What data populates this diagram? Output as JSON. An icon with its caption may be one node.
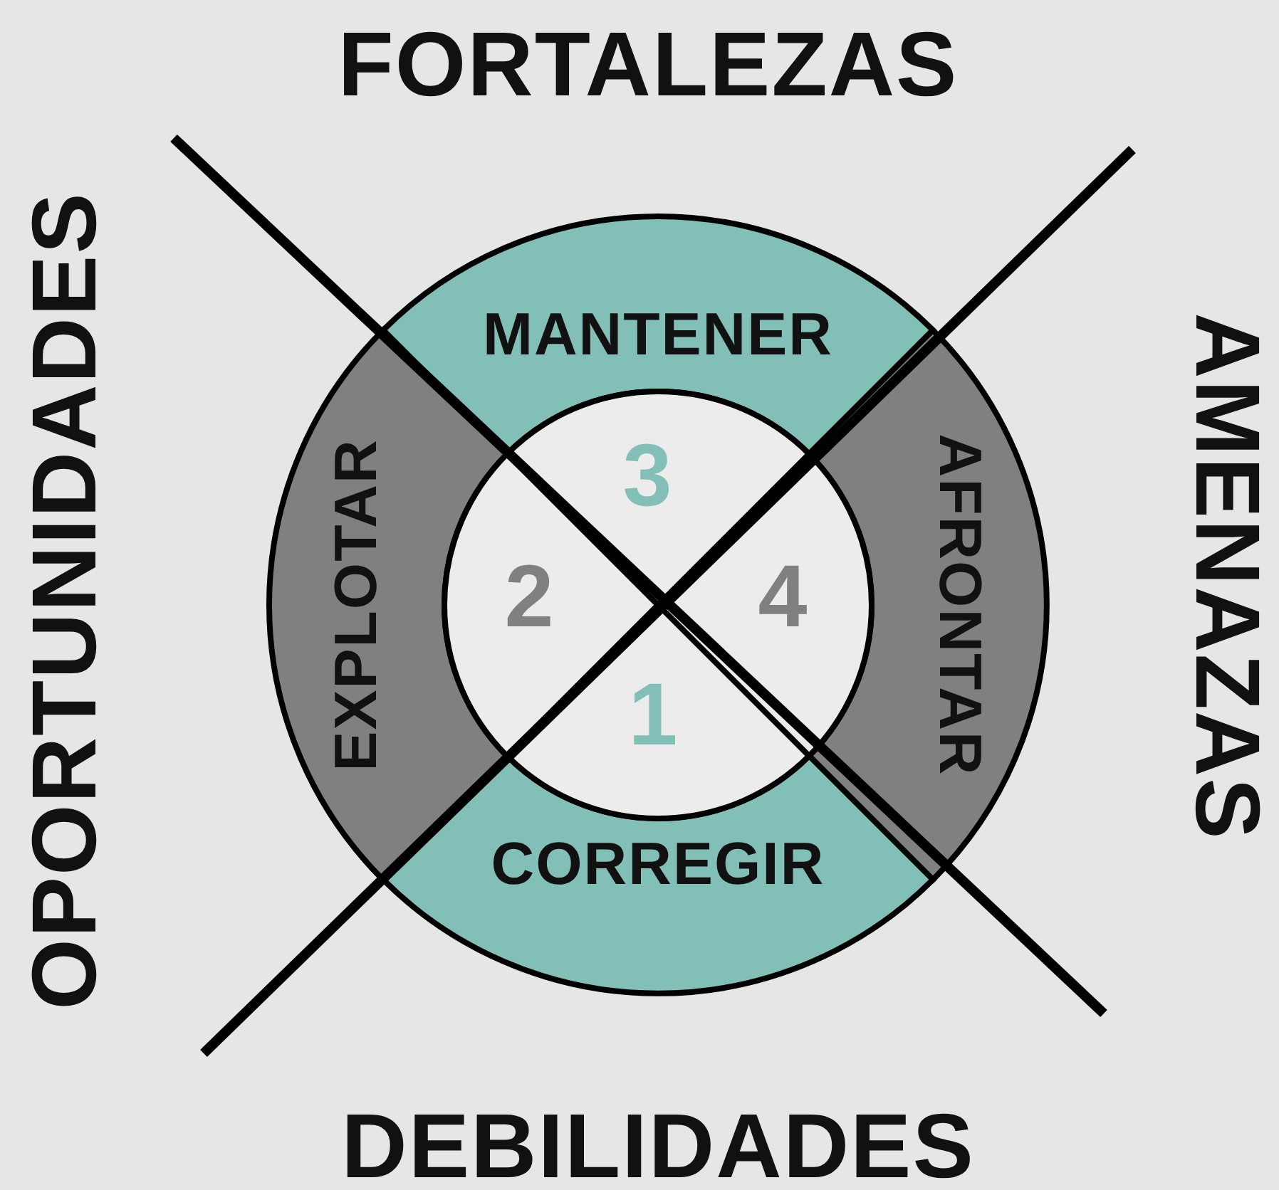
{
  "diagram": {
    "nodes": [
      {
        "text": [
          "MANTENER"
        ]
      },
      {
        "text": [
          "EXPLOTAR"
        ]
      },
      {
        "text": [
          "AFRONTAR"
        ]
      },
      {
        "text": [
          "CORREGIR"
        ]
      },
      {
        "text": [
          "3"
        ]
      },
      {
        "text": [
          "2"
        ]
      },
      {
        "text": [
          "4"
        ]
      },
      {
        "text": [
          "1"
        ]
      }
    ],
    "edges": [],
    "labels": [
      "FORTALEZAS",
      "OPORTUNIDADES",
      "AMENAZAS",
      "DEBILIDADES"
    ]
  }
}
